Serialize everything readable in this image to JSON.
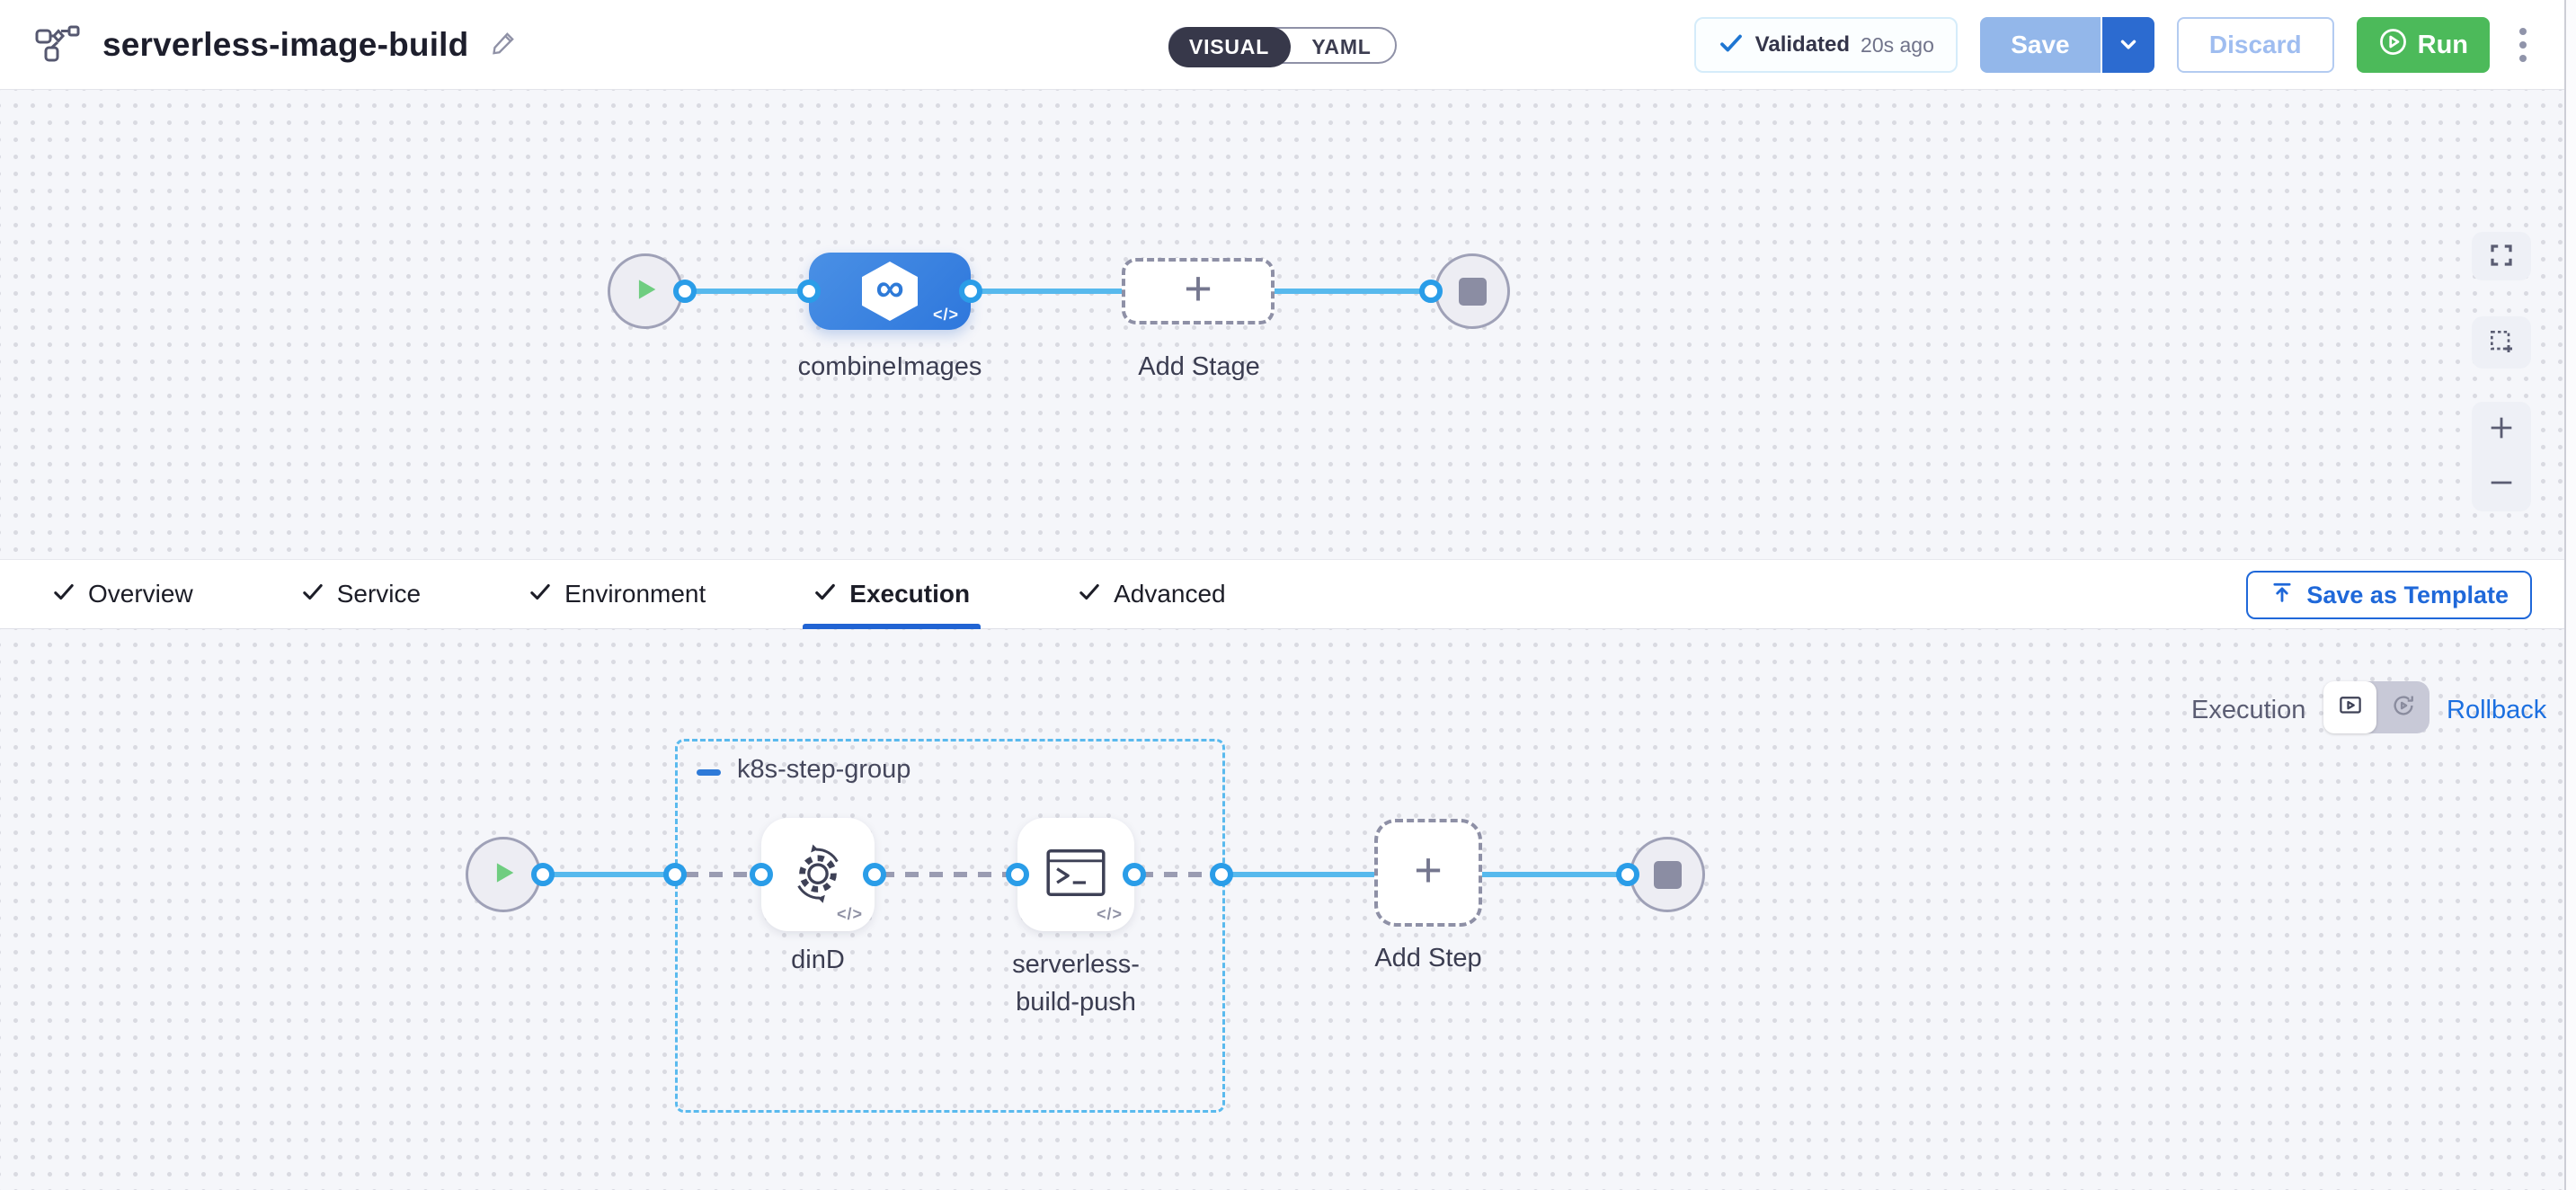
{
  "icons": {
    "plus": "+",
    "code": "</>",
    "infinity": "∞"
  },
  "header": {
    "title": "serverless-image-build",
    "mode_visual": "VISUAL",
    "mode_yaml": "YAML",
    "validated_label": "Validated",
    "validated_time": "20s ago",
    "save_label": "Save",
    "discard_label": "Discard",
    "run_label": "Run"
  },
  "pipeline_canvas": {
    "stage_label": "combineImages",
    "add_stage_label": "Add Stage"
  },
  "tabs": {
    "items": [
      {
        "label": "Overview"
      },
      {
        "label": "Service"
      },
      {
        "label": "Environment"
      },
      {
        "label": "Execution"
      },
      {
        "label": "Advanced"
      }
    ],
    "active": "Execution",
    "save_as_template_label": "Save as Template"
  },
  "execution_panel": {
    "mode_label": "Execution",
    "rollback_label": "Rollback",
    "group_name": "k8s-step-group",
    "steps": [
      {
        "name": "dinD"
      },
      {
        "name": "serverless-build-push"
      }
    ],
    "add_step_label": "Add Step"
  },
  "colors": {
    "accent_blue": "#2164d3",
    "connector_blue": "#57b9ed",
    "node_blue": "#3a83e0",
    "run_green": "#4cba5a",
    "toggle_dark": "#37384a"
  }
}
